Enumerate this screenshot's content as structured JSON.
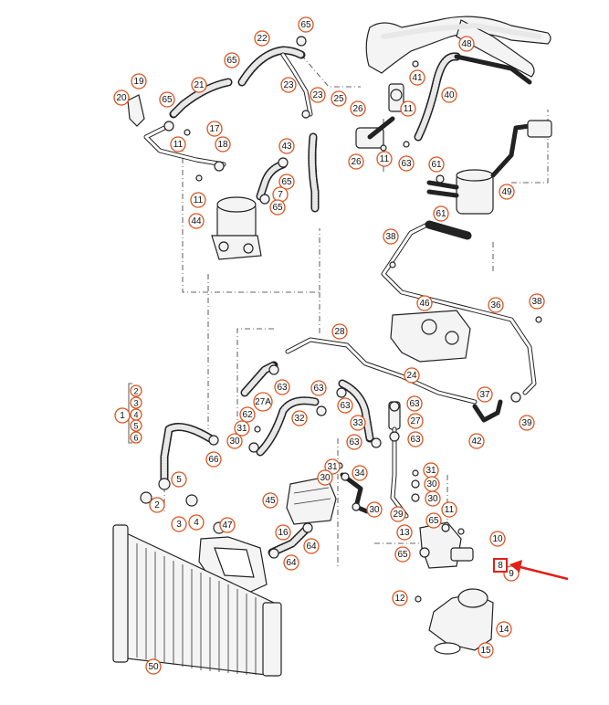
{
  "diagram": {
    "title": "",
    "highlighted_label": "8",
    "callouts": [
      {
        "id": "c65a",
        "label": "65"
      },
      {
        "id": "c22",
        "label": "22"
      },
      {
        "id": "c48",
        "label": "48"
      },
      {
        "id": "c65b",
        "label": "65"
      },
      {
        "id": "c19",
        "label": "19"
      },
      {
        "id": "c21",
        "label": "21"
      },
      {
        "id": "c23a",
        "label": "23"
      },
      {
        "id": "c41",
        "label": "41"
      },
      {
        "id": "c20",
        "label": "20"
      },
      {
        "id": "c65c",
        "label": "65"
      },
      {
        "id": "c23b",
        "label": "23"
      },
      {
        "id": "c25",
        "label": "25"
      },
      {
        "id": "c40",
        "label": "40"
      },
      {
        "id": "c11a",
        "label": "11"
      },
      {
        "id": "c26a",
        "label": "26"
      },
      {
        "id": "c17",
        "label": "17"
      },
      {
        "id": "c11b",
        "label": "11"
      },
      {
        "id": "c18",
        "label": "18"
      },
      {
        "id": "c43",
        "label": "43"
      },
      {
        "id": "c26b",
        "label": "26"
      },
      {
        "id": "c11c",
        "label": "11"
      },
      {
        "id": "c63a",
        "label": "63"
      },
      {
        "id": "c61a",
        "label": "61"
      },
      {
        "id": "c65d",
        "label": "65"
      },
      {
        "id": "c7",
        "label": "7"
      },
      {
        "id": "c11d",
        "label": "11"
      },
      {
        "id": "c65e",
        "label": "65"
      },
      {
        "id": "c49",
        "label": "49"
      },
      {
        "id": "c61b",
        "label": "61"
      },
      {
        "id": "c44",
        "label": "44"
      },
      {
        "id": "c38a",
        "label": "38"
      },
      {
        "id": "c46",
        "label": "46"
      },
      {
        "id": "c36",
        "label": "36"
      },
      {
        "id": "c38b",
        "label": "38"
      },
      {
        "id": "c28",
        "label": "28"
      },
      {
        "id": "c24",
        "label": "24"
      },
      {
        "id": "c63b",
        "label": "63"
      },
      {
        "id": "c63c",
        "label": "63"
      },
      {
        "id": "c27a",
        "label": "27A"
      },
      {
        "id": "c63d",
        "label": "63"
      },
      {
        "id": "c37",
        "label": "37"
      },
      {
        "id": "c63e",
        "label": "63"
      },
      {
        "id": "c62",
        "label": "62"
      },
      {
        "id": "c32",
        "label": "32"
      },
      {
        "id": "c33",
        "label": "33"
      },
      {
        "id": "c27",
        "label": "27"
      },
      {
        "id": "c39",
        "label": "39"
      },
      {
        "id": "c31a",
        "label": "31"
      },
      {
        "id": "c42",
        "label": "42"
      },
      {
        "id": "c30a",
        "label": "30"
      },
      {
        "id": "c63f",
        "label": "63"
      },
      {
        "id": "c63g",
        "label": "63"
      },
      {
        "id": "c66",
        "label": "66"
      },
      {
        "id": "c31b",
        "label": "31"
      },
      {
        "id": "c31c",
        "label": "31"
      },
      {
        "id": "c34",
        "label": "34"
      },
      {
        "id": "c30b",
        "label": "30"
      },
      {
        "id": "c30c",
        "label": "30"
      },
      {
        "id": "c5",
        "label": "5"
      },
      {
        "id": "c30d",
        "label": "30"
      },
      {
        "id": "c1b",
        "label": "1"
      },
      {
        "id": "c2b",
        "label": "2"
      },
      {
        "id": "c45",
        "label": "45"
      },
      {
        "id": "c29",
        "label": "29"
      },
      {
        "id": "c30e",
        "label": "30"
      },
      {
        "id": "c11e",
        "label": "11"
      },
      {
        "id": "c3b",
        "label": "3"
      },
      {
        "id": "c4b",
        "label": "4"
      },
      {
        "id": "c47",
        "label": "47"
      },
      {
        "id": "c65f",
        "label": "65"
      },
      {
        "id": "c16",
        "label": "16"
      },
      {
        "id": "c13",
        "label": "13"
      },
      {
        "id": "c10",
        "label": "10"
      },
      {
        "id": "c64a",
        "label": "64"
      },
      {
        "id": "c65g",
        "label": "65"
      },
      {
        "id": "c64b",
        "label": "64"
      },
      {
        "id": "c9",
        "label": "9"
      },
      {
        "id": "c12",
        "label": "12"
      },
      {
        "id": "c14",
        "label": "14"
      },
      {
        "id": "c50",
        "label": "50"
      },
      {
        "id": "c15",
        "label": "15"
      }
    ],
    "bracket_list": [
      "2",
      "3",
      "4",
      "5",
      "6"
    ],
    "bracket_group": "1"
  }
}
